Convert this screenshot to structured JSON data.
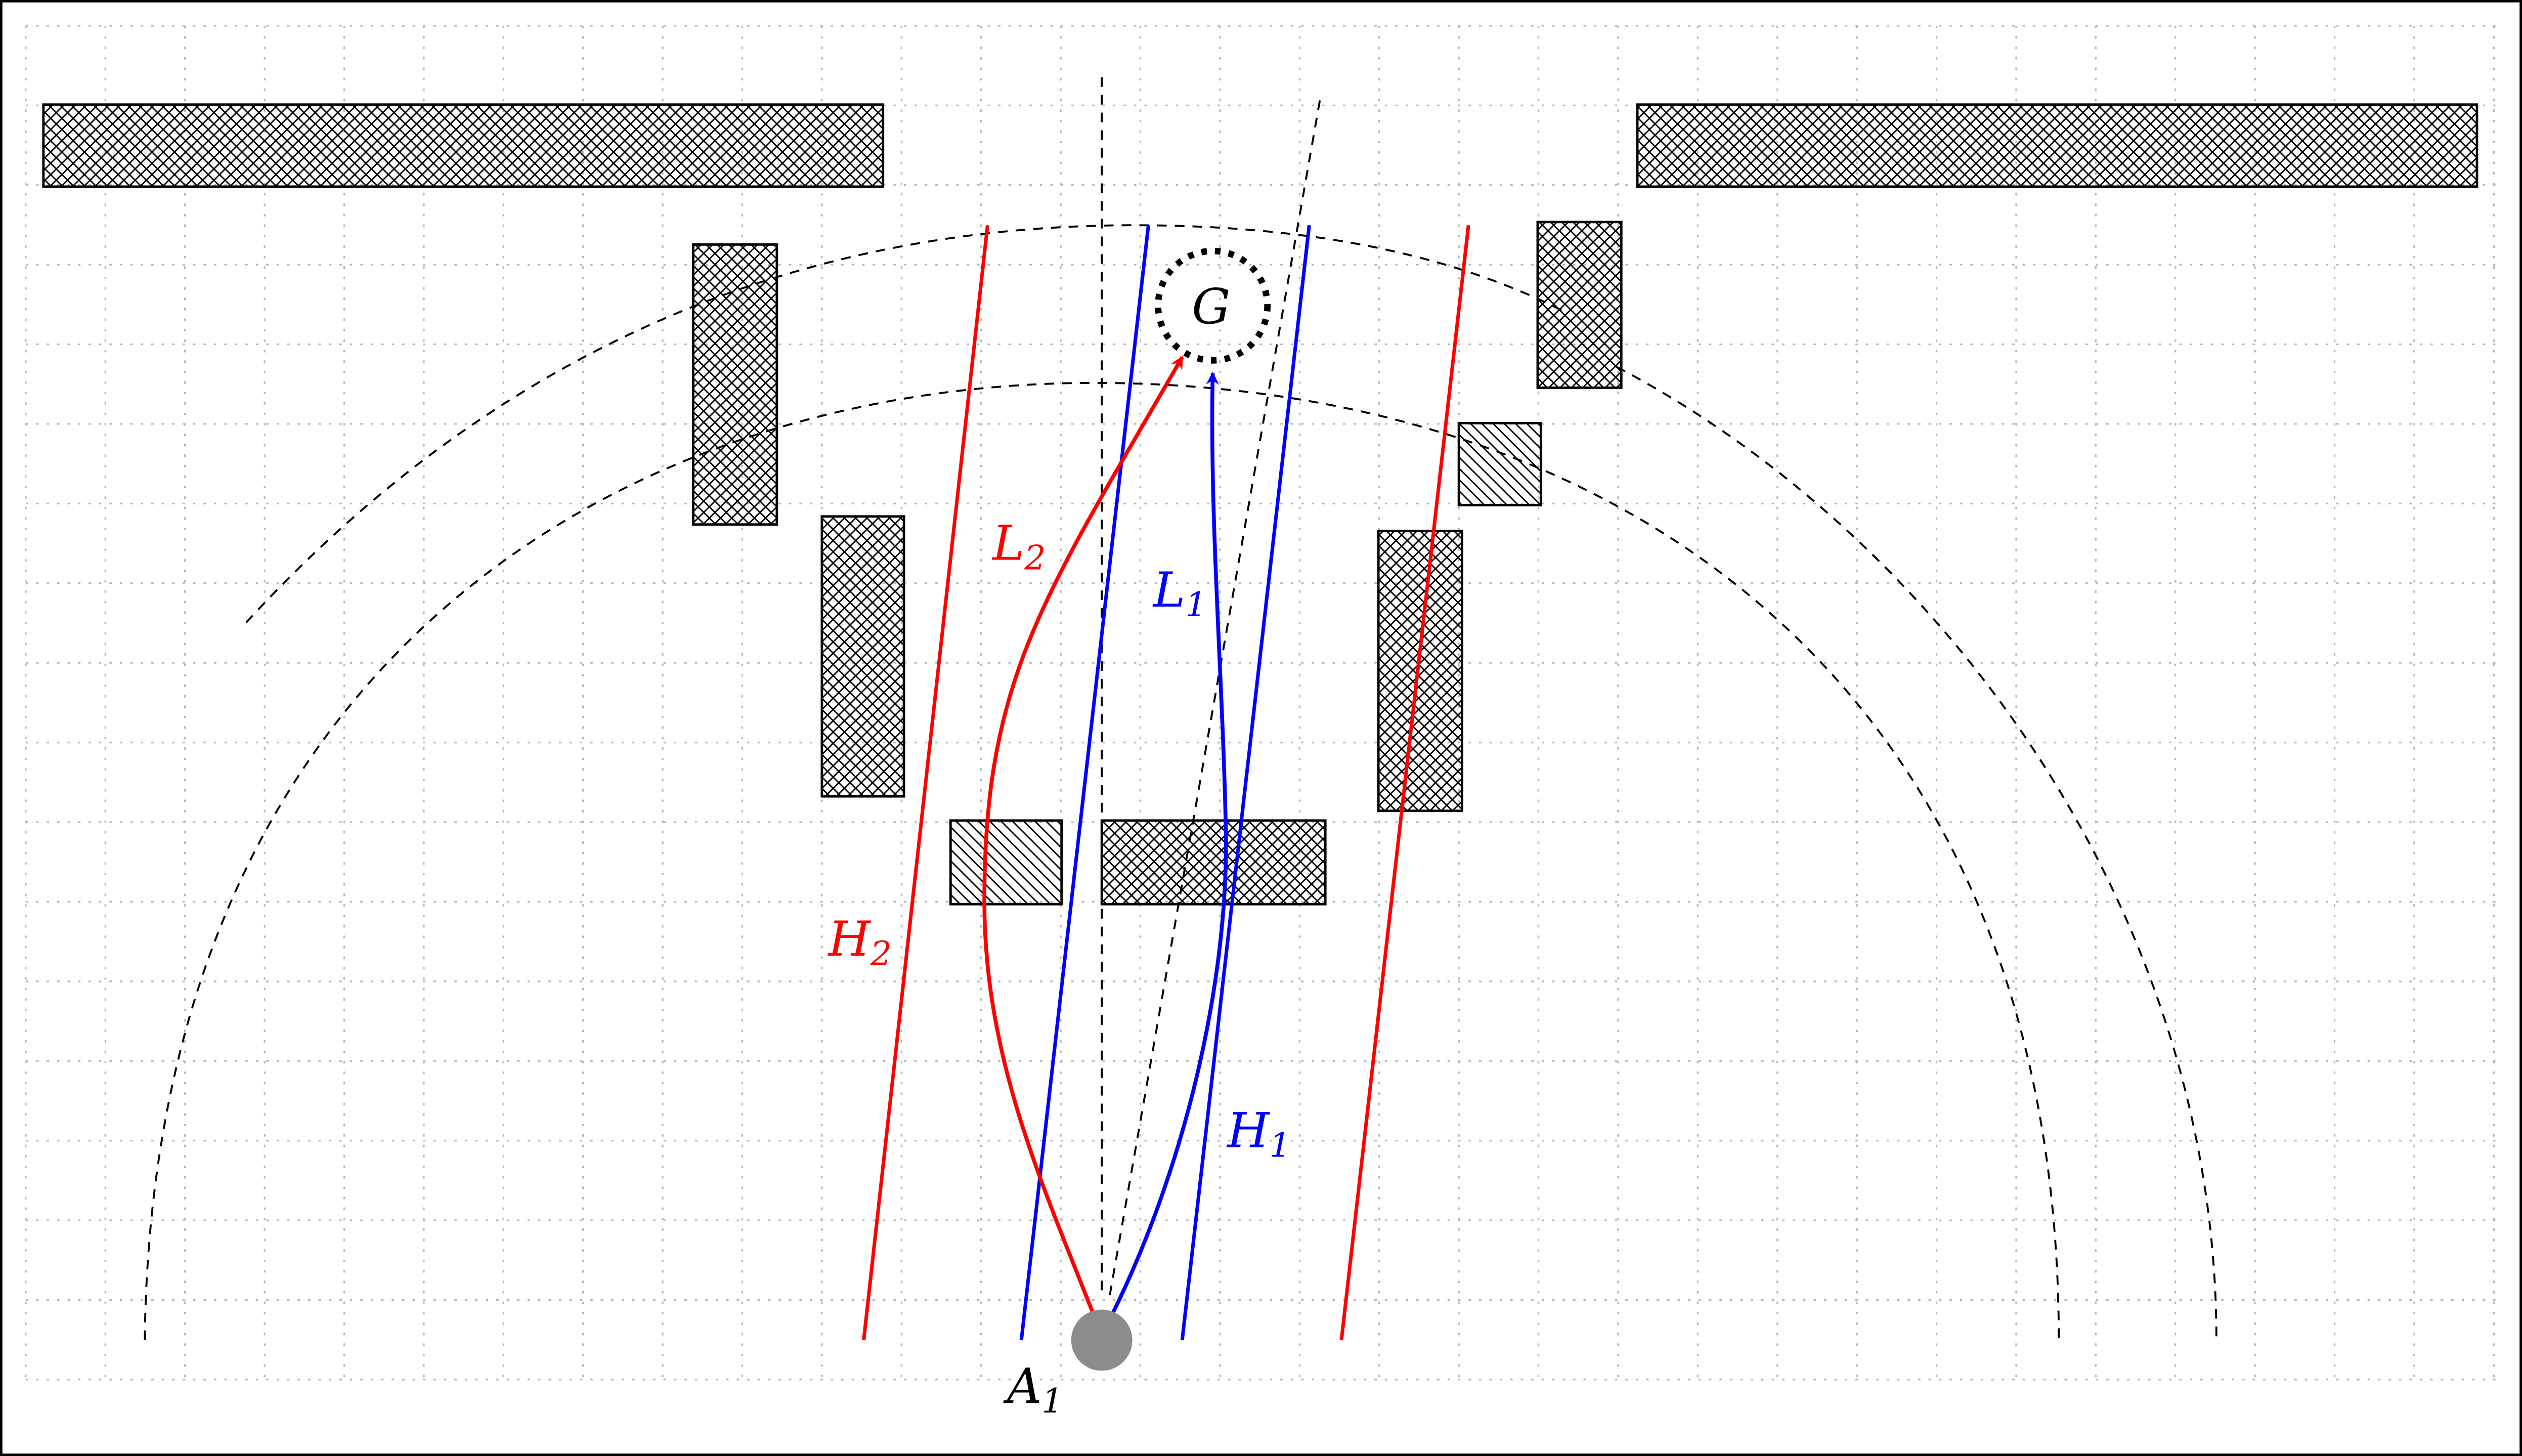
{
  "labels": {
    "goal": {
      "text": "G"
    },
    "agent": {
      "text": "A",
      "sub": "1"
    },
    "l1": {
      "text": "L",
      "sub": "1"
    },
    "l2": {
      "text": "L",
      "sub": "2"
    },
    "h1": {
      "text": "H",
      "sub": "1"
    },
    "h2": {
      "text": "H",
      "sub": "2"
    }
  },
  "colors": {
    "red": "#ff0000",
    "blue": "#0000ff",
    "agent": "#8c8c8c",
    "grid": "#b4b4b4",
    "black": "#000000"
  },
  "obstacle_styles": [
    "crosshatch",
    "diagonal-hatch"
  ],
  "grid": {
    "style": "dotted"
  }
}
